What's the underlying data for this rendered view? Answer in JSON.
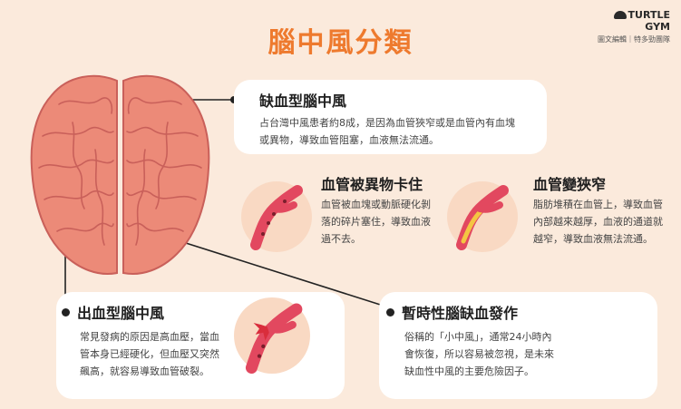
{
  "title": "腦中風分類",
  "logo": {
    "brand": "TURTLE GYM",
    "sub": "圖文編輯｜特多勁團隊"
  },
  "cards": {
    "ischemic": {
      "title": "缺血型腦中風",
      "lines": [
        "占台灣中風患者約8成，是因為血管狹窄或是血管內有血塊",
        "或異物，導致血管阻塞，血液無法流通。"
      ]
    },
    "foreign": {
      "title": "血管被異物卡住",
      "lines": [
        "血管被血塊或動脈硬化剝",
        "落的碎片塞住，導致血液",
        "過不去。"
      ]
    },
    "narrow": {
      "title": "血管變狹窄",
      "lines": [
        "脂肪堆積在血管上，導致血管",
        "內部越來越厚，血液的通道就",
        "越窄，導致血液無法流通。"
      ]
    },
    "hemorrhagic": {
      "title": "出血型腦中風",
      "lines": [
        "常見發病的原因是高血壓，當血",
        "管本身已經硬化，但血壓又突然",
        "飆高，就容易導致血管破裂。"
      ]
    },
    "tia": {
      "title": "暫時性腦缺血發作",
      "lines": [
        "俗稱的「小中風」，通常24小時內",
        "會恢復，所以容易被忽視，是未來",
        "缺血性中風的主要危險因子。"
      ]
    }
  },
  "colors": {
    "accent": "#ee7a2e",
    "background": "#fbeadc",
    "brain": "#ec8a78",
    "vessel": "#e2485f"
  }
}
